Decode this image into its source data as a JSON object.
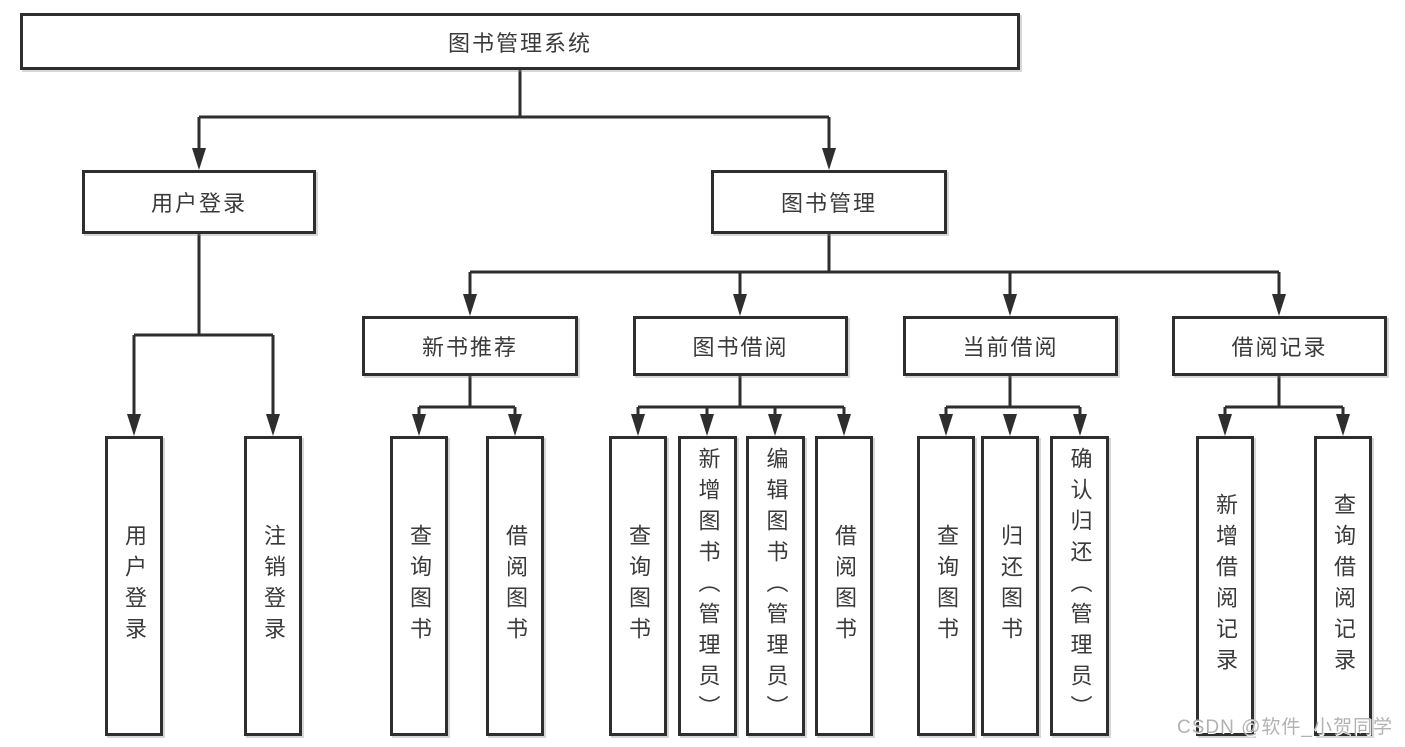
{
  "diagram_title": "图书管理系统",
  "watermark": "CSDN @软件_小贺同学",
  "colors": {
    "line": "#2e2e2e",
    "box_border": "#2e2e2e",
    "text": "#3a3a3a",
    "watermark": "#b2b2b2",
    "background": "#ffffff"
  },
  "tree": {
    "label": "图书管理系统",
    "children": [
      {
        "label": "用户登录",
        "children": [
          {
            "label": "用户登录"
          },
          {
            "label": "注销登录"
          }
        ]
      },
      {
        "label": "图书管理",
        "children": [
          {
            "label": "新书推荐",
            "children": [
              {
                "label": "查询图书"
              },
              {
                "label": "借阅图书"
              }
            ]
          },
          {
            "label": "图书借阅",
            "children": [
              {
                "label": "查询图书"
              },
              {
                "label": "新增图书（管理员）"
              },
              {
                "label": "编辑图书（管理员）"
              },
              {
                "label": "借阅图书"
              }
            ]
          },
          {
            "label": "当前借阅",
            "children": [
              {
                "label": "查询图书"
              },
              {
                "label": "归还图书"
              },
              {
                "label": "确认归还（管理员）"
              }
            ]
          },
          {
            "label": "借阅记录",
            "children": [
              {
                "label": "新增借阅记录"
              },
              {
                "label": "查询借阅记录"
              }
            ]
          }
        ]
      }
    ]
  }
}
